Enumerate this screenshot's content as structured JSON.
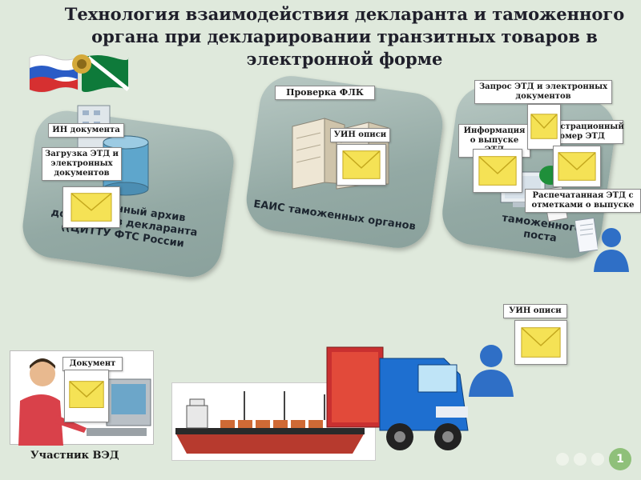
{
  "title": "Технология взаимодействия декларанта и таможенного органа при декларировании транзитных товаров в электронной форме",
  "panels": {
    "archive": "Электронный архив документов декларанта ((ЦИТТУ ФТС России",
    "eais": "ЕАИС таможенных органов",
    "post": "таможенного поста"
  },
  "labels": {
    "in_document": "ИН документа",
    "upload_etd": "Загрузка ЭТД и электронных документов",
    "check_flk": "Проверка ФЛК",
    "uin_inventory_top": "УИН описи",
    "request_etd": "Запрос ЭТД и электронных документов",
    "release_info": "Информация о выпуске ЭТД",
    "reg_number": "Регистрационный номер ЭТД",
    "printed_etd": "Распечатанная ЭТД с отметками о выпуске",
    "uin_inventory_bottom": "УИН описи",
    "document": "Документ"
  },
  "participant": "Участник ВЭД",
  "page_number": "1",
  "colors": {
    "background": "#dfe9dc",
    "envelope": "#f5e255",
    "panel": "#9fb3ae",
    "truck": "#1e6fd0"
  }
}
